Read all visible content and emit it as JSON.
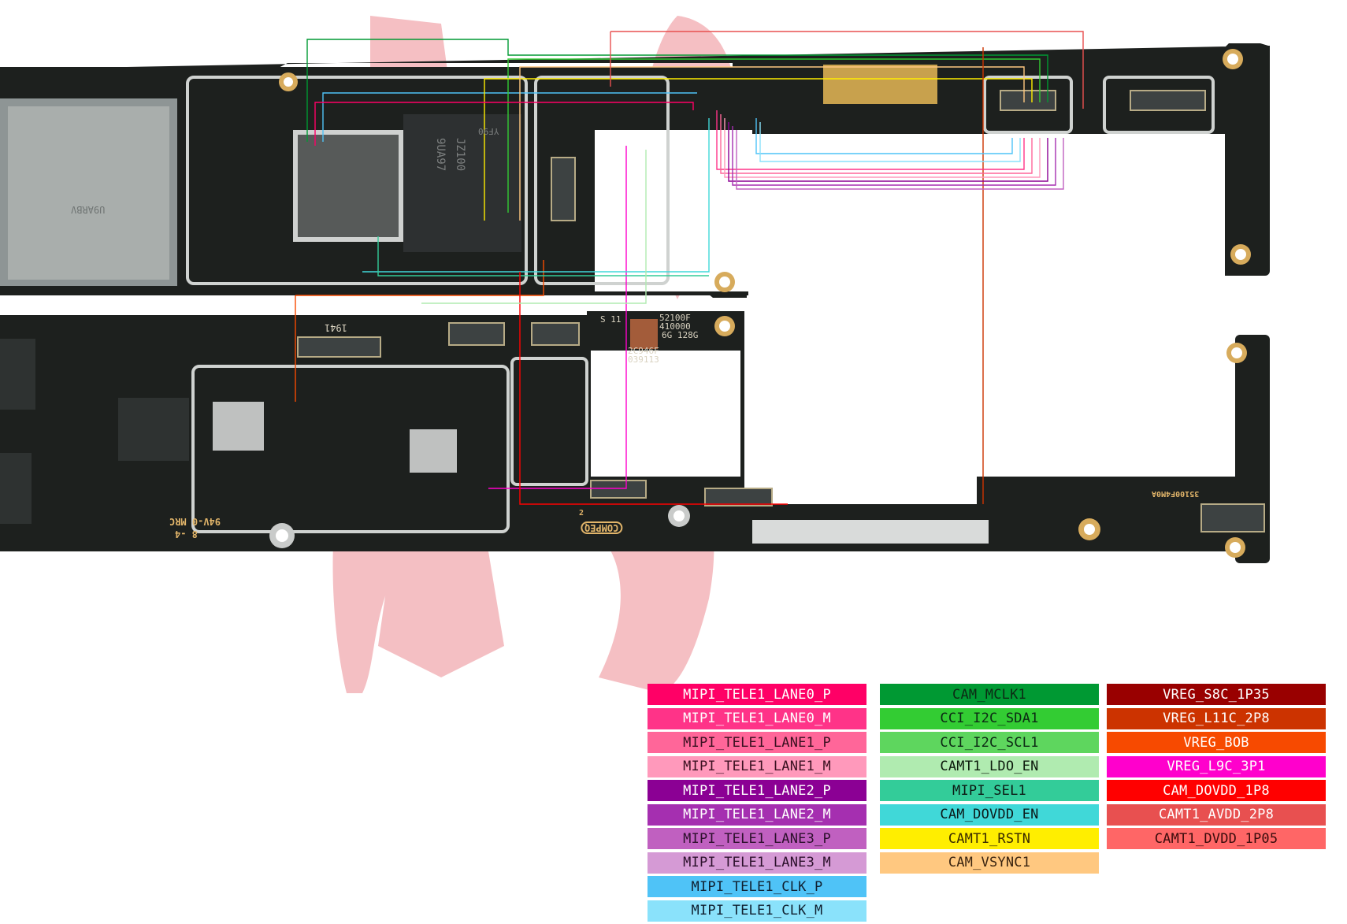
{
  "diagram": {
    "type": "pcb-schematic-overlay",
    "subject": "Phone mainboard – telephoto camera (TELE1) circuit traces",
    "watermark": {
      "color": "#f1a7ad"
    },
    "board_colors": {
      "pcb": "#1d201e",
      "shield": "#c9cccb",
      "pad_gold": "#d4a556",
      "background": "#ffffff"
    }
  },
  "board_markings": {
    "chip_main": [
      "9UA97",
      "JZ100"
    ],
    "chip_top": "YF90",
    "connector_label": "1941",
    "sim_tray": "U9ARBV",
    "label_block": [
      "52100F",
      "410000",
      "6G 128G"
    ],
    "label_block_2": [
      "2C946F",
      "039113"
    ],
    "side_small": "S 11",
    "part_code": "35100F4M0A",
    "rating": [
      "94V-0 MRC",
      "8 -4"
    ],
    "brand_mark": "COMPEQ",
    "brand_mark_sub": "2"
  },
  "legend": {
    "columns": [
      [
        {
          "label": "MIPI_TELE1_LANE0_P",
          "color": "#ff0066",
          "text_color": "#ffffff"
        },
        {
          "label": "MIPI_TELE1_LANE0_M",
          "color": "#ff3388",
          "text_color": "#ffffff"
        },
        {
          "label": "MIPI_TELE1_LANE1_P",
          "color": "#ff6699",
          "text_color": "#3a1020"
        },
        {
          "label": "MIPI_TELE1_LANE1_M",
          "color": "#ff99bb",
          "text_color": "#3a1020"
        },
        {
          "label": "MIPI_TELE1_LANE2_P",
          "color": "#8b0094",
          "text_color": "#ffffff"
        },
        {
          "label": "MIPI_TELE1_LANE2_M",
          "color": "#a52fb0",
          "text_color": "#ffffff"
        },
        {
          "label": "MIPI_TELE1_LANE3_P",
          "color": "#c060c0",
          "text_color": "#2b102b"
        },
        {
          "label": "MIPI_TELE1_LANE3_M",
          "color": "#d59ad5",
          "text_color": "#2b102b"
        },
        {
          "label": "MIPI_TELE1_CLK_P",
          "color": "#4fc3f7",
          "text_color": "#102030"
        },
        {
          "label": "MIPI_TELE1_CLK_M",
          "color": "#8ae2fb",
          "text_color": "#102030"
        }
      ],
      [
        {
          "label": "CAM_MCLK1",
          "color": "#009933",
          "text_color": "#0c2a14"
        },
        {
          "label": "CCI_I2C_SDA1",
          "color": "#33cc33",
          "text_color": "#0c2a14"
        },
        {
          "label": "CCI_I2C_SCL1",
          "color": "#5ed65e",
          "text_color": "#0c2a14"
        },
        {
          "label": "CAMT1_LDO_EN",
          "color": "#b0ebb0",
          "text_color": "#0c1a0c"
        },
        {
          "label": "MIPI_SEL1",
          "color": "#33cc99",
          "text_color": "#0c1a14"
        },
        {
          "label": "CAM_DOVDD_EN",
          "color": "#40d8d8",
          "text_color": "#0c1a1a"
        },
        {
          "label": "CAMT1_RSTN",
          "color": "#ffee00",
          "text_color": "#3a2a00"
        },
        {
          "label": "CAM_VSYNC1",
          "color": "#ffc880",
          "text_color": "#3a2410"
        }
      ],
      [
        {
          "label": "VREG_S8C_1P35",
          "color": "#990000",
          "text_color": "#ffffff"
        },
        {
          "label": "VREG_L11C_2P8",
          "color": "#cc3300",
          "text_color": "#ffffff"
        },
        {
          "label": "VREG_BOB",
          "color": "#f74a00",
          "text_color": "#ffffff"
        },
        {
          "label": "VREG_L9C_3P1",
          "color": "#ff00cc",
          "text_color": "#ffffff"
        },
        {
          "label": "CAM_DOVDD_1P8",
          "color": "#ff0000",
          "text_color": "#ffffff"
        },
        {
          "label": "CAMT1_AVDD_2P8",
          "color": "#e85050",
          "text_color": "#ffffff"
        },
        {
          "label": "CAMT1_DVDD_1P05",
          "color": "#ff6666",
          "text_color": "#3a0c0c"
        }
      ]
    ]
  }
}
